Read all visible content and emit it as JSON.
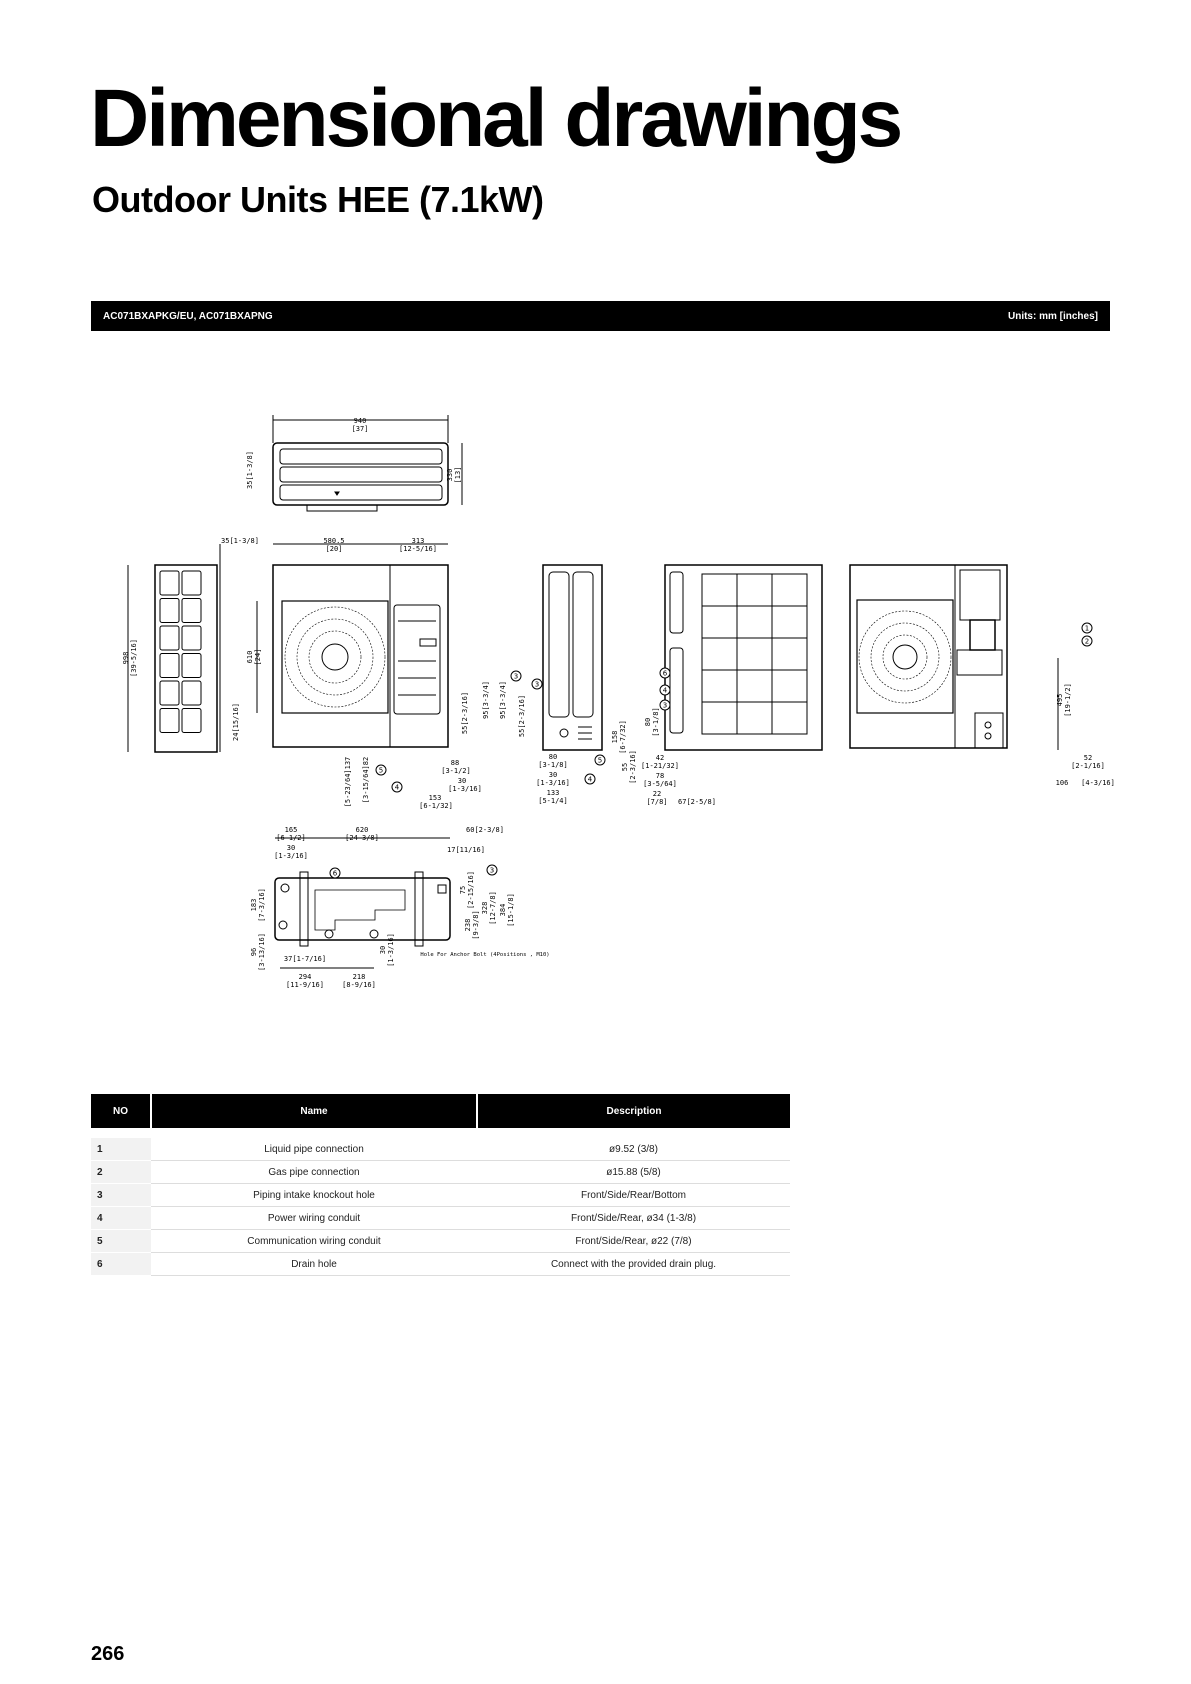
{
  "header": {
    "title": "Dimensional drawings",
    "subtitle": "Outdoor Units HEE (7.1kW)"
  },
  "model_bar": {
    "models": "AC071BXAPKG/EU, AC071BXAPNG",
    "units": "Units: mm [inches]"
  },
  "drawing": {
    "dimension_labels": [
      "940",
      "[37]",
      "330",
      "[13]",
      "35[1-3/8]",
      "35[1-3/8]",
      "580.5",
      "[20]",
      "313",
      "[12-5/16]",
      "998",
      "[39-5/16]",
      "610",
      "[24]",
      "24[15/16]",
      "[5-23/64]137",
      "[3-15/64]82",
      "88",
      "[3-1/2]",
      "30",
      "[1-3/16]",
      "153",
      "[6-1/32]",
      "55[2-3/16]",
      "95[3-3/4]",
      "95[3-3/4]",
      "55[2-3/16]",
      "80",
      "[3-1/8]",
      "30",
      "[1-3/16]",
      "133",
      "[5-1/4]",
      "158",
      "[6-7/32]",
      "80",
      "[3-1/8]",
      "55",
      "[2-3/16]",
      "42",
      "[1-21/32]",
      "78",
      "[3-5/64]",
      "22",
      "[7/8]",
      "67[2-5/8]",
      "495",
      "[19-1/2]",
      "52",
      "[2-1/16]",
      "106",
      "[4-3/16]",
      "165",
      "[6-1/2]",
      "620",
      "[24-3/8]",
      "60[2-3/8]",
      "17[11/16]",
      "30",
      "[1-3/16]",
      "183",
      "[7-3/16]",
      "96",
      "[3-13/16]",
      "37[1-7/16]",
      "294",
      "[11-9/16]",
      "218",
      "[8-9/16]",
      "30",
      "[1-3/16]",
      "75",
      "[2-15/16]",
      "238",
      "[9-3/8]",
      "328",
      "[12-7/8]",
      "384",
      "[15-1/8]",
      "Hole For Anchor Bolt (4Positions , M10)"
    ],
    "callouts": [
      "5",
      "4",
      "3",
      "3",
      "5",
      "4",
      "6",
      "4",
      "3",
      "1",
      "2",
      "6",
      "3"
    ]
  },
  "parts_table": {
    "headers": {
      "no": "NO",
      "name": "Name",
      "description": "Description"
    },
    "rows": [
      {
        "no": "1",
        "name": "Liquid pipe connection",
        "description": "ø9.52 (3/8)"
      },
      {
        "no": "2",
        "name": "Gas pipe connection",
        "description": "ø15.88 (5/8)"
      },
      {
        "no": "3",
        "name": "Piping intake knockout hole",
        "description": "Front/Side/Rear/Bottom"
      },
      {
        "no": "4",
        "name": "Power wiring conduit",
        "description": "Front/Side/Rear, ø34 (1-3/8)"
      },
      {
        "no": "5",
        "name": "Communication wiring conduit",
        "description": "Front/Side/Rear, ø22 (7/8)"
      },
      {
        "no": "6",
        "name": "Drain hole",
        "description": "Connect with the provided drain plug."
      }
    ]
  },
  "footer": {
    "page_number": "266"
  }
}
